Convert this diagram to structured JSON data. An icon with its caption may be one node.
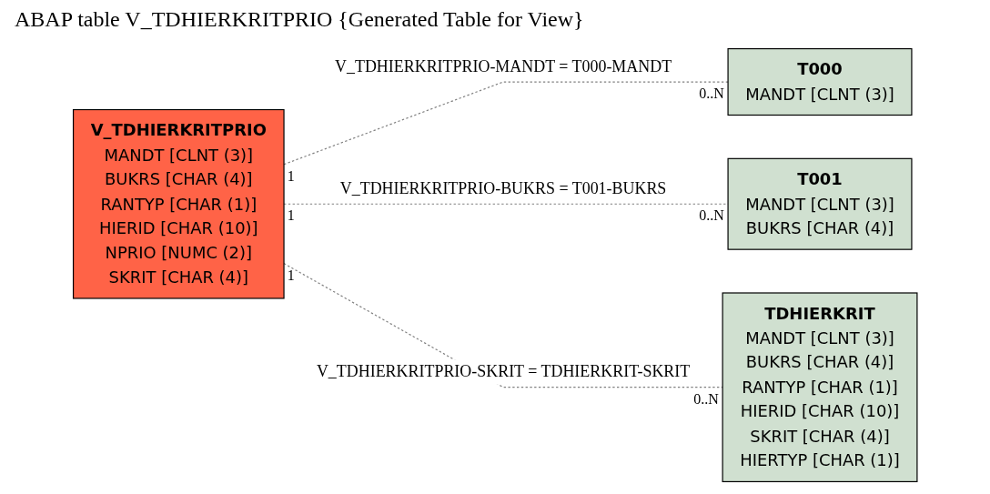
{
  "diagram": {
    "title": "ABAP table V_TDHIERKRITPRIO {Generated Table for View}",
    "nodes": [
      {
        "text": [
          "V_TDHIERKRITPRIO",
          "MANDT [CLNT (3)]",
          "BUKRS [CHAR (4)]",
          "RANTYP [CHAR (1)]",
          "HIERID [CHAR (10)]",
          "NPRIO [NUMC (2)]",
          "SKRIT [CHAR (4)]"
        ]
      },
      {
        "text": [
          "T000",
          "MANDT [CLNT (3)]"
        ]
      },
      {
        "text": [
          "T001",
          "MANDT [CLNT (3)]",
          "BUKRS [CHAR (4)]"
        ]
      },
      {
        "text": [
          "TDHIERKRIT",
          "MANDT [CLNT (3)]",
          "BUKRS [CHAR (4)]",
          "RANTYP [CHAR (1)]",
          "HIERID [CHAR (10)]",
          "SKRIT [CHAR (4)]",
          "HIERTYP [CHAR (1)]"
        ]
      }
    ],
    "edges": [
      {
        "from": 0,
        "to": 1,
        "arrow": "none",
        "label": "V_TDHIERKRITPRIO-MANDT = T000-MANDT",
        "style": "dashed"
      },
      {
        "from": 0,
        "to": 2,
        "arrow": "none",
        "label": "V_TDHIERKRITPRIO-BUKRS = T001-BUKRS",
        "style": "dashed"
      },
      {
        "from": 0,
        "to": 3,
        "arrow": "none",
        "label": "V_TDHIERKRITPRIO-SKRIT = TDHIERKRIT-SKRIT",
        "style": "dashed"
      }
    ],
    "labels": [
      "0..N",
      "1",
      "1",
      "0..N",
      "1",
      "0..N"
    ]
  }
}
